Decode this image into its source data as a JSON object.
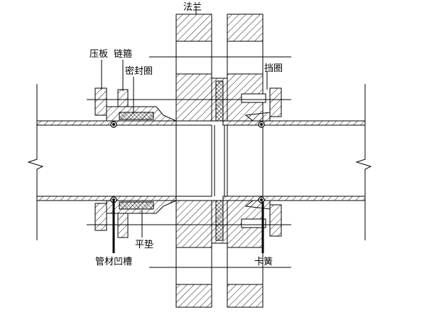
{
  "labels": {
    "flange": "法兰",
    "gland": "压板",
    "chain_hoop": "链箍",
    "seal_ring": "密封圈",
    "retaining_ring": "挡圈",
    "flat_gasket": "平垫",
    "pipe_groove": "管材凹槽",
    "circlip": "卡簧"
  }
}
